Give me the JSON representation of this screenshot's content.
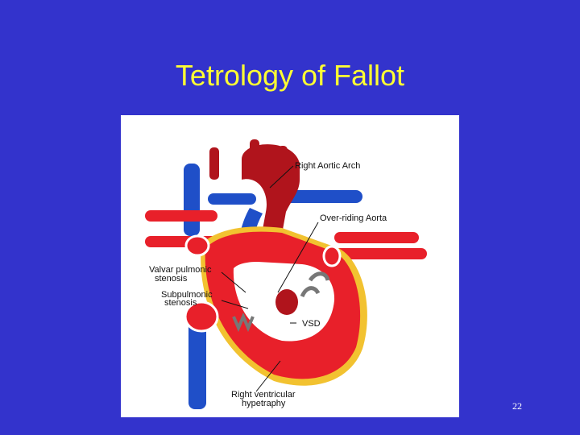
{
  "slide": {
    "title": "Tetrology of Fallot",
    "page_number": "22"
  },
  "figure": {
    "labels": {
      "right_aortic_arch": "Right Aortic Arch",
      "over_riding_aorta": "Over-riding Aorta",
      "valvar_line1": "Valvar pulmonic",
      "valvar_line2": "stenosis",
      "subpulmonic_line1": "Subpulmonic",
      "subpulmonic_line2": "stenosis",
      "vsd": "VSD",
      "rvh_line1": "Right ventricular",
      "rvh_line2": "hypetraphy"
    }
  },
  "colors": {
    "background": "#3333cc",
    "title": "#ffff33",
    "oxygenated": "#e8202a",
    "deoxygenated": "#1f4fc8",
    "aorta_dark": "#b0141c",
    "myocardium_border": "#f2c230"
  }
}
